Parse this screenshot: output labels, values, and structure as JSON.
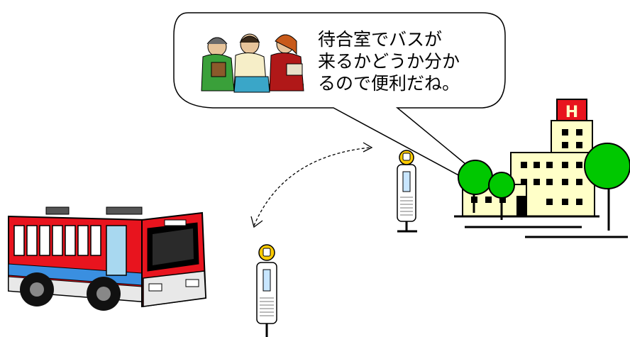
{
  "speech_bubble": {
    "lines": [
      "待合室でバスが",
      "来るかどうか分か",
      "るので便利だね。"
    ]
  },
  "hospital": {
    "sign_letter": "H"
  },
  "bus_stop_sign": {
    "symbol": "bus-symbol-icon"
  },
  "colors": {
    "bus_body": "#e8141e",
    "bus_stripe": "#3a8fe0",
    "hospital_building": "#ffffc8",
    "hospital_sign": "#e8141e",
    "trees": "#00c800",
    "bus_stop_sign_face": "#ffcc00"
  }
}
